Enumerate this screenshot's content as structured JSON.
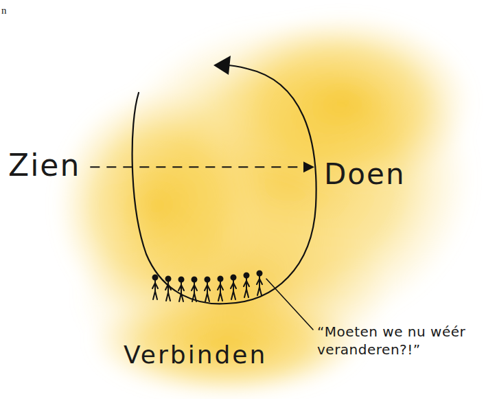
{
  "diagram": {
    "nodes": [
      {
        "text": [
          "Zien"
        ]
      },
      {
        "text": [
          "Doen"
        ]
      }
    ],
    "edges": [
      {
        "from": 0,
        "to": 1,
        "arrow": "to"
      }
    ],
    "labels": [
      "n",
      "Verbinden",
      "“Moeten we nu wéér veranderen?!”"
    ]
  }
}
